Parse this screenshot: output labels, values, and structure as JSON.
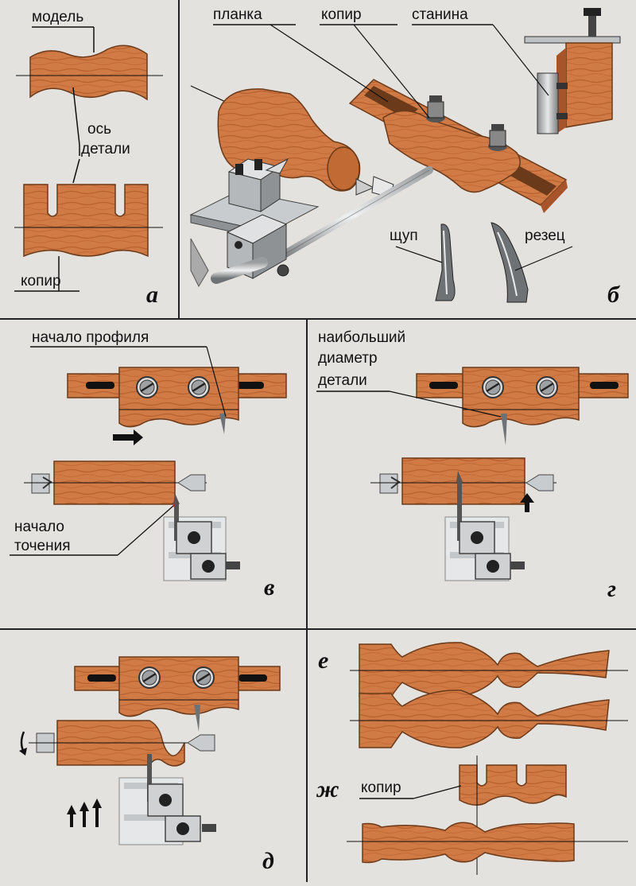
{
  "panels": {
    "a": {
      "letter": "а",
      "label_model": "модель",
      "label_axis_1": "ось",
      "label_axis_2": "детали",
      "label_copier": "копир"
    },
    "b": {
      "letter": "б",
      "label_bar": "планка",
      "label_copier": "копир",
      "label_frame": "станина",
      "label_probe": "щуп",
      "label_cutter": "резец"
    },
    "v": {
      "letter": "в",
      "label_profile_start": "начало профиля",
      "label_turning_1": "начало",
      "label_turning_2": "точения"
    },
    "g": {
      "letter": "г",
      "label_diam_1": "наибольший",
      "label_diam_2": "диаметр",
      "label_diam_3": "детали"
    },
    "d": {
      "letter": "д"
    },
    "e": {
      "letter": "е"
    },
    "zh": {
      "letter": "ж",
      "label_copier": "копир"
    }
  },
  "colors": {
    "wood": "#d07a45",
    "wood_dark": "#b3592a",
    "metal": "#c9ccce",
    "metal_dark": "#6d7072",
    "background": "#e4e2de"
  }
}
